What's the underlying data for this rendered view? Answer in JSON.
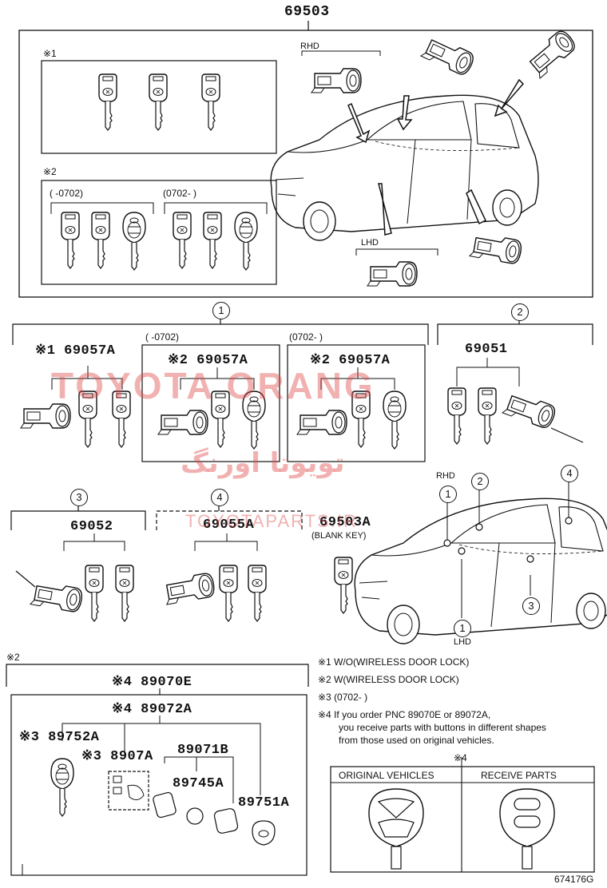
{
  "main_part": "69503",
  "top_box": {
    "note1": "※1",
    "note2": "※2",
    "range_old": "(     -0702)",
    "range_new": "(0702-     )",
    "rhd": "RHD",
    "lhd": "LHD"
  },
  "groups": [
    {
      "circle": "1",
      "label": "※1 69057A",
      "range": ""
    },
    {
      "circle": "",
      "label": "※2 69057A",
      "range": "(     -0702)"
    },
    {
      "circle": "",
      "label": "※2 69057A",
      "range": "(0702-     )"
    },
    {
      "circle": "2",
      "label": "69051",
      "range": ""
    },
    {
      "circle": "3",
      "label": "69052",
      "range": ""
    },
    {
      "circle": "4",
      "label": "69055A",
      "range": ""
    }
  ],
  "blank_key": {
    "part": "69503A",
    "desc": "(BLANK KEY)"
  },
  "car_locator": {
    "rhd": "RHD",
    "lhd": "LHD",
    "c1": "1",
    "c2": "2",
    "c3": "3",
    "c4": "4",
    "c1b": "1"
  },
  "bottom": {
    "note2": "※2",
    "p89070E": "※4 89070E",
    "p89072A": "※4 89072A",
    "p89752A": "※3 89752A",
    "p8907A": "※3 8907A",
    "p89071B": "89071B",
    "p89745A": "89745A",
    "p89751A": "89751A"
  },
  "notes": [
    "※1 W/O(WIRELESS DOOR LOCK)",
    "※2 W(WIRELESS DOOR LOCK)",
    "※3 (0702-      )",
    "※4  If you order PNC 89070E or 89072A,",
    "you receive parts with buttons in different shapes",
    "from those used on original vehicles."
  ],
  "compare": {
    "mark": "※4",
    "col1": "ORIGINAL VEHICLES",
    "col2": "RECEIVE PARTS"
  },
  "watermark": {
    "title": "TOYOTA ORANG",
    "arabic": "تویوتا اورنگ",
    "url": "TOYOTAPARTS.IR"
  },
  "figure_id": "674176G"
}
